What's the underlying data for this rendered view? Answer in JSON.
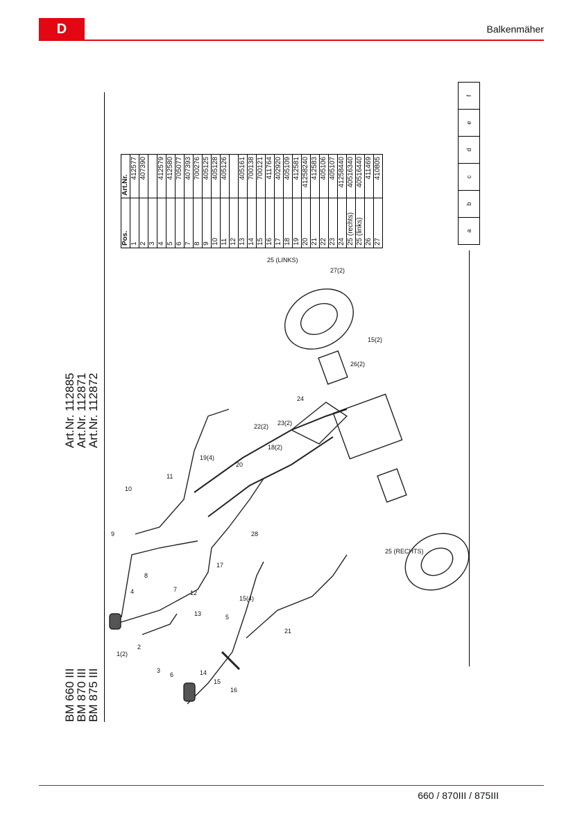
{
  "header": {
    "lang_tab": "D",
    "title": "Balkenmäher"
  },
  "footer": {
    "models": "660 / 870III / 875III"
  },
  "models": [
    "BM 660 III",
    "BM 870 III",
    "BM 875 III"
  ],
  "art_numbers": [
    "Art.Nr. 112885",
    "Art.Nr. 112871",
    "Art.Nr. 112872"
  ],
  "parts_table": {
    "headers": [
      "Pos.",
      "Art.Nr."
    ],
    "rows": [
      [
        "1",
        "412577"
      ],
      [
        "2",
        "407390"
      ],
      [
        "3",
        ""
      ],
      [
        "4",
        "412579"
      ],
      [
        "5",
        "412580"
      ],
      [
        "6",
        "705077"
      ],
      [
        "7",
        "407393"
      ],
      [
        "8",
        "700276"
      ],
      [
        "9",
        "405125"
      ],
      [
        "10",
        "405128"
      ],
      [
        "11",
        "405126"
      ],
      [
        "12",
        ""
      ],
      [
        "13",
        "405161"
      ],
      [
        "14",
        "700138"
      ],
      [
        "15",
        "700121"
      ],
      [
        "16",
        "411764"
      ],
      [
        "17",
        "402920"
      ],
      [
        "18",
        "405109"
      ],
      [
        "19",
        "412581"
      ],
      [
        "20",
        "41258240"
      ],
      [
        "21",
        "412583"
      ],
      [
        "22",
        "405106"
      ],
      [
        "23",
        "405107"
      ],
      [
        "24",
        "41258440"
      ],
      [
        "25 (rechts)",
        "40516340"
      ],
      [
        "25 (links)",
        "40516440"
      ],
      [
        "26",
        "411469"
      ],
      [
        "27",
        "410805"
      ]
    ]
  },
  "revision_table": [
    "a",
    "b",
    "c",
    "d",
    "e",
    "f"
  ],
  "callouts": {
    "c1": "1(2)",
    "c2": "2",
    "c3": "3",
    "c4": "4",
    "c5": "5",
    "c6": "6",
    "c7": "7",
    "c8": "8",
    "c9": "9",
    "c10": "10",
    "c11": "11",
    "c12": "12",
    "c13": "13",
    "c14": "14",
    "c15": "15",
    "c15_4": "15(4)",
    "c15_2": "15(2)",
    "c16": "16",
    "c17": "17",
    "c18": "18(2)",
    "c19": "19(4)",
    "c20": "20",
    "c21": "21",
    "c22": "22(2)",
    "c23": "23(2)",
    "c24": "24",
    "c25r": "25 (RECHTS)",
    "c25l": "25 (LINKS)",
    "c26": "26(2)",
    "c27": "27(2)",
    "c28": "28"
  }
}
